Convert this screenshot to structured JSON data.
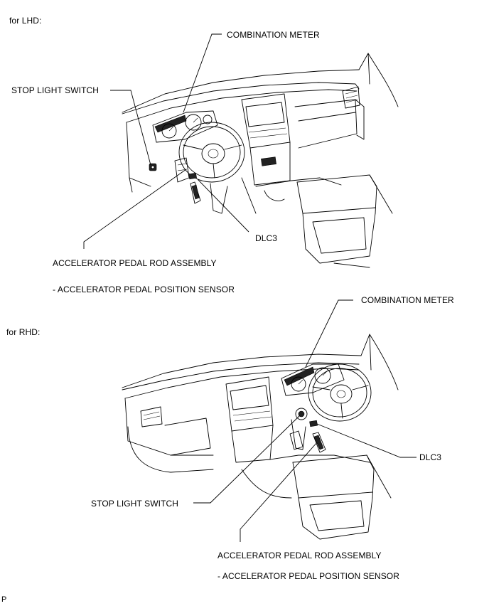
{
  "lhd": {
    "section_label": "for LHD:",
    "combination_meter": "COMBINATION METER",
    "stop_light_switch": "STOP LIGHT SWITCH",
    "dlc3": "DLC3",
    "accelerator_pedal_rod_assembly": "ACCELERATOR PEDAL ROD ASSEMBLY",
    "accelerator_pedal_position_sensor": "- ACCELERATOR PEDAL POSITION SENSOR"
  },
  "rhd": {
    "section_label": "for RHD:",
    "combination_meter": "COMBINATION METER",
    "stop_light_switch": "STOP LIGHT SWITCH",
    "dlc3": "DLC3",
    "accelerator_pedal_rod_assembly": "ACCELERATOR PEDAL ROD ASSEMBLY",
    "accelerator_pedal_position_sensor": "- ACCELERATOR PEDAL POSITION SENSOR"
  },
  "footer_mark": "P"
}
